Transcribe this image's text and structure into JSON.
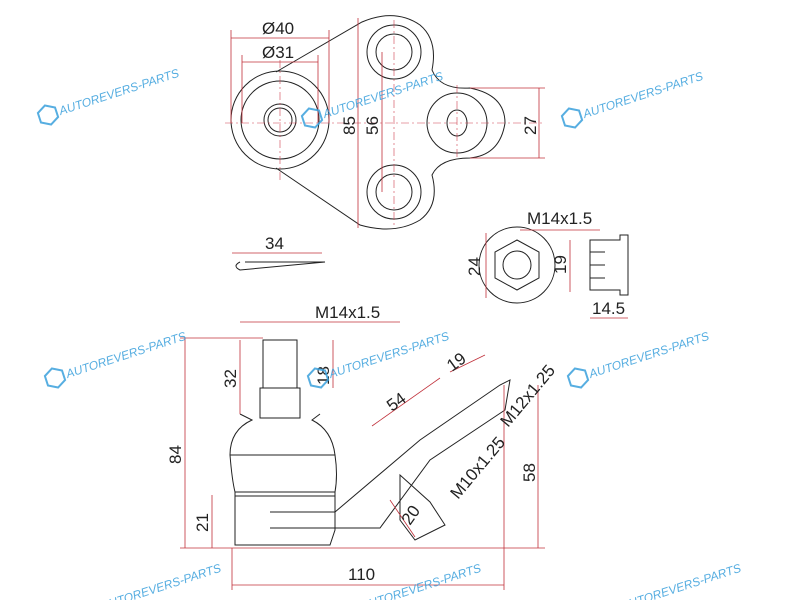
{
  "watermark": "AUTOREVERS-PARTS",
  "watermark_logo": "AR",
  "colors": {
    "outline": "#222222",
    "dimension": "#c0303a",
    "watermark": "#3aa0dc"
  },
  "top_view": {
    "dia_outer": "Ø40",
    "dia_inner": "Ø31",
    "height_85": "85",
    "hole_spacing_56": "56",
    "ear_27": "27"
  },
  "cotter_pin": {
    "length": "34"
  },
  "nut": {
    "thread": "M14x1.5",
    "across_flats": "24",
    "inner": "19",
    "height": "14.5"
  },
  "side_view": {
    "stud_thread": "M14x1.5",
    "stud_height": "32",
    "thread_length": "18",
    "total_height": "84",
    "body_height": "21",
    "arm_length": "54",
    "bolt_spacing": "19",
    "thread_m12": "M12x1.25",
    "thread_m10": "M10x1.25",
    "stud_20": "20",
    "height_58": "58",
    "total_length": "110"
  }
}
